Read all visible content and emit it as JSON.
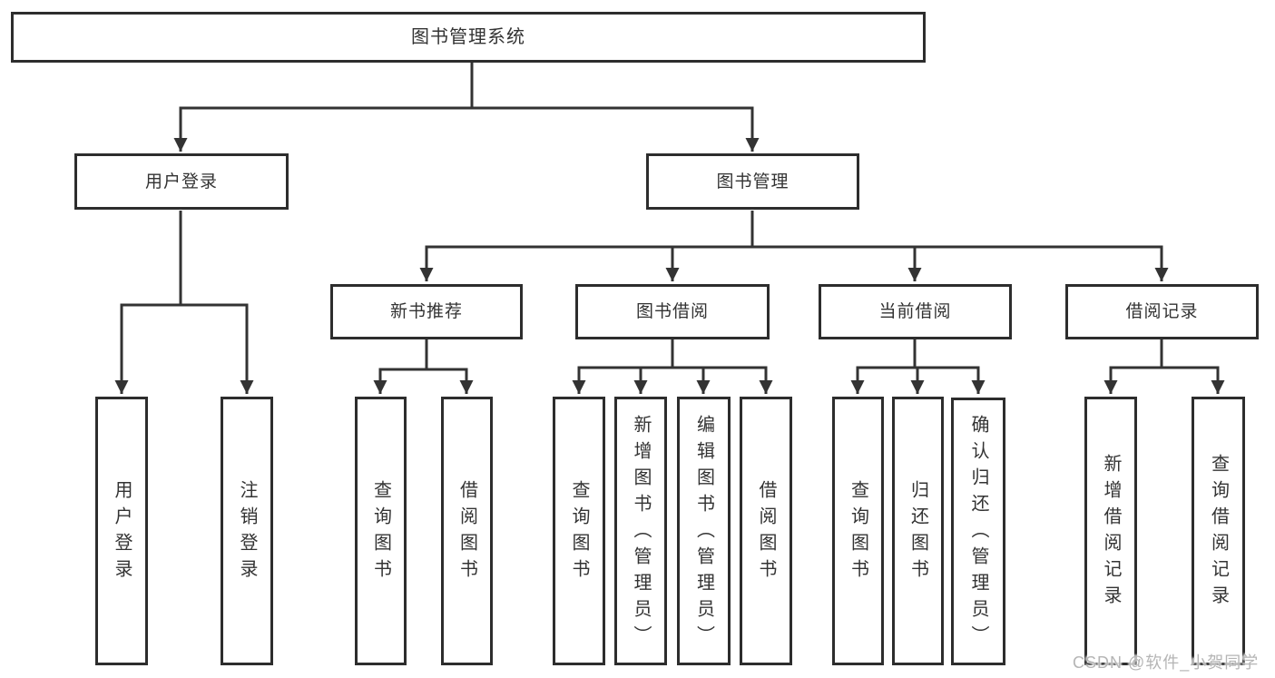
{
  "diagram": {
    "type": "tree",
    "line_color": "#333333",
    "box_border_color": "#2d2d2d",
    "text_color": "#333333",
    "root": {
      "label": "图书管理系统",
      "children": [
        {
          "label": "用户登录",
          "children": [
            {
              "label": "用户登录"
            },
            {
              "label": "注销登录"
            }
          ]
        },
        {
          "label": "图书管理",
          "children": [
            {
              "label": "新书推荐",
              "children": [
                {
                  "label": "查询图书"
                },
                {
                  "label": "借阅图书"
                }
              ]
            },
            {
              "label": "图书借阅",
              "children": [
                {
                  "label": "查询图书"
                },
                {
                  "label": "新增图书（管理员）"
                },
                {
                  "label": "编辑图书（管理员）"
                },
                {
                  "label": "借阅图书"
                }
              ]
            },
            {
              "label": "当前借阅",
              "children": [
                {
                  "label": "查询图书"
                },
                {
                  "label": "归还图书"
                },
                {
                  "label": "确认归还（管理员）"
                }
              ]
            },
            {
              "label": "借阅记录",
              "children": [
                {
                  "label": "新增借阅记录"
                },
                {
                  "label": "查询借阅记录"
                }
              ]
            }
          ]
        }
      ]
    }
  },
  "watermark": {
    "text": "CSDN @软件_小贺同学",
    "color": "#b5b5b5"
  }
}
